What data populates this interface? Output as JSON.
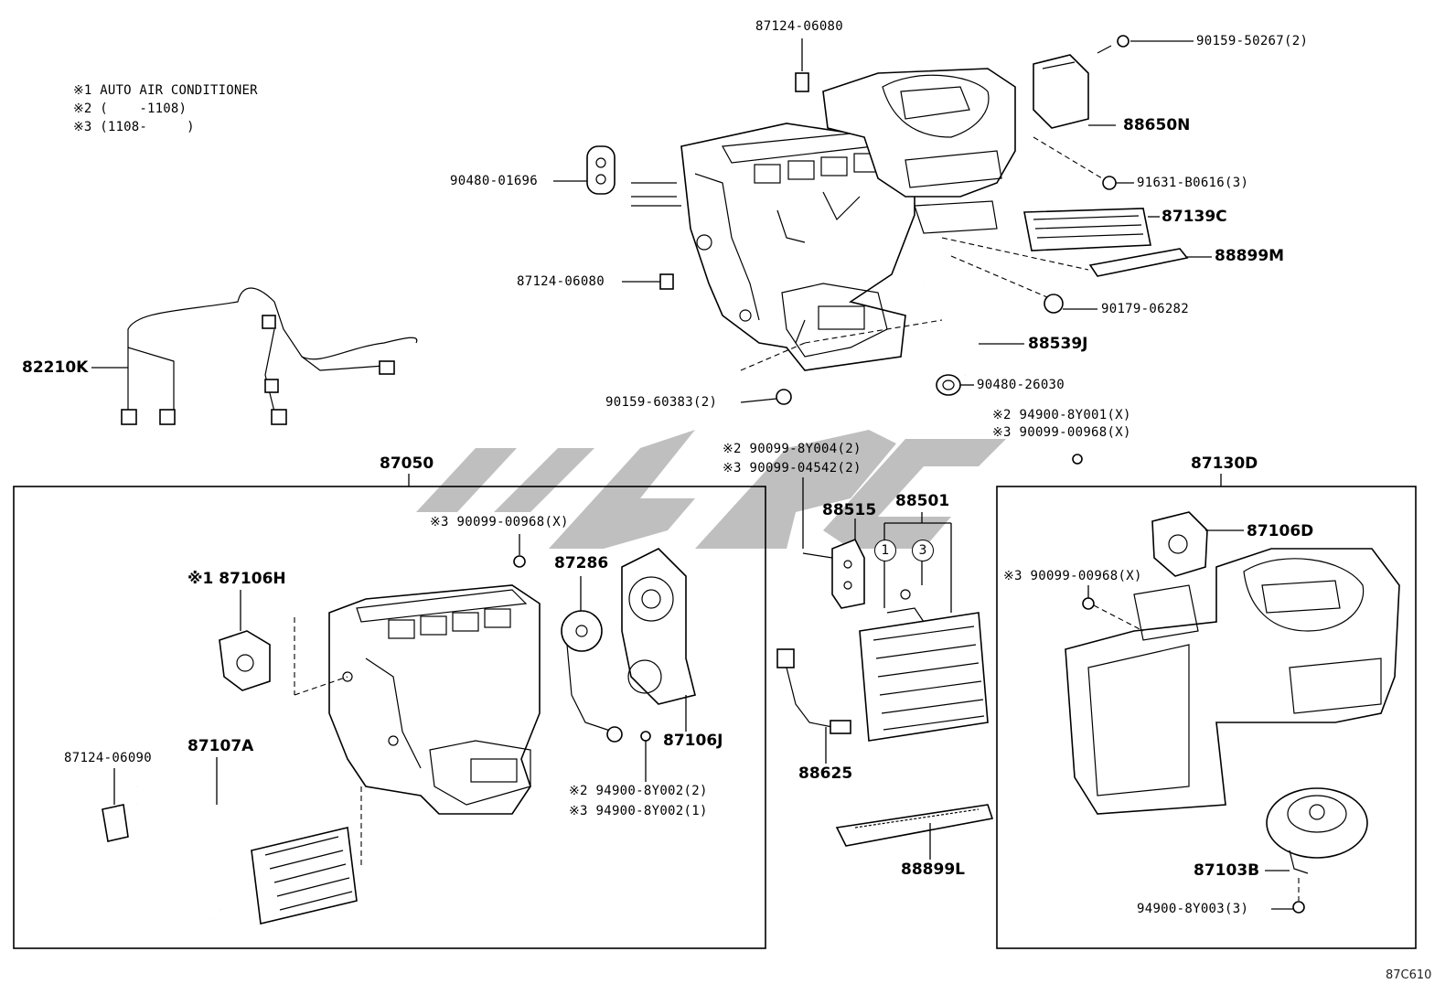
{
  "notes": [
    "※1 AUTO AIR CONDITIONER",
    "※2 (    -1108)",
    "※3 (1108-     )"
  ],
  "labels": {
    "p87124_06080_top": "87124-06080",
    "p90159_50267": "90159-50267(2)",
    "p88650N": "88650N",
    "p90480_01696": "90480-01696",
    "p91631_B0616": "91631-B0616(3)",
    "p87139C": "87139C",
    "p88899M": "88899M",
    "p87124_06080_mid": "87124-06080",
    "p90179_06282": "90179-06282",
    "p82210K": "82210K",
    "p88539J": "88539J",
    "p90480_26030": "90480-26030",
    "p90159_60383": "90159-60383(2)",
    "p94900_8Y001": "※2 94900-8Y001(X)",
    "p90099_00968_right": "※3 90099-00968(X)",
    "p90099_8Y004": "※2 90099-8Y004(2)",
    "p90099_04542": "※3 90099-04542(2)",
    "p87050": "87050",
    "p87130D": "87130D",
    "p90099_00968_left": "※3 90099-00968(X)",
    "p87286": "87286",
    "p88515": "88515",
    "p88501": "88501",
    "p87106H": "※1 87106H",
    "p87106D": "87106D",
    "p90099_00968_r2": "※3 90099-00968(X)",
    "p87106J": "87106J",
    "p87124_06090": "87124-06090",
    "p87107A": "87107A",
    "p94900_8Y002_2": "※2 94900-8Y002(2)",
    "p94900_8Y002_3": "※3 94900-8Y002(1)",
    "p88625": "88625",
    "p88899L": "88899L",
    "p87103B": "87103B",
    "p94900_8Y003": "94900-8Y003(3)",
    "circle1": "1",
    "circle3": "3"
  },
  "diagram_code": "87C610"
}
